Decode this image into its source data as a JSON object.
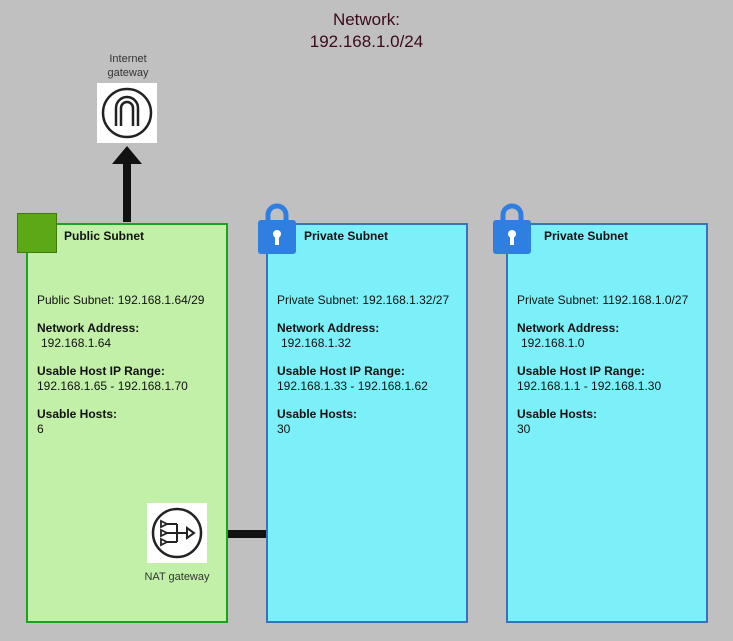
{
  "network": {
    "title_line1": "Network:",
    "title_line2": "192.168.1.0/24"
  },
  "internet_gateway": {
    "label": "Internet gateway",
    "icon": "internet-gateway-icon"
  },
  "nat_gateway": {
    "label": "NAT gateway",
    "icon": "nat-gateway-icon"
  },
  "subnets": [
    {
      "title": "Public Subnet",
      "cidr_line": "Public Subnet: 192.168.1.64/29",
      "network_address_label": "Network Address:",
      "network_address": "192.168.1.64",
      "range_label": "Usable Host IP Range:",
      "range": "192.168.1.65 - 192.168.1.70",
      "hosts_label": "Usable Hosts:",
      "hosts": "6",
      "color": "#c2f0a8"
    },
    {
      "title": "Private Subnet",
      "cidr_line": "Private Subnet: 192.168.1.32/27",
      "network_address_label": "Network Address:",
      "network_address": "192.168.1.32",
      "range_label": "Usable Host IP Range:",
      "range": "192.168.1.33 - 192.168.1.62",
      "hosts_label": "Usable Hosts:",
      "hosts": "30",
      "color": "#7cf0f8"
    },
    {
      "title": "Private Subnet",
      "cidr_line": "Private Subnet: 1192.168.1.0/27",
      "network_address_label": "Network Address:",
      "network_address": "192.168.1.0",
      "range_label": "Usable Host IP Range:",
      "range": "192.168.1.1 - 192.168.1.30",
      "hosts_label": "Usable Hosts:",
      "hosts": "30",
      "color": "#7cf0f8"
    }
  ]
}
